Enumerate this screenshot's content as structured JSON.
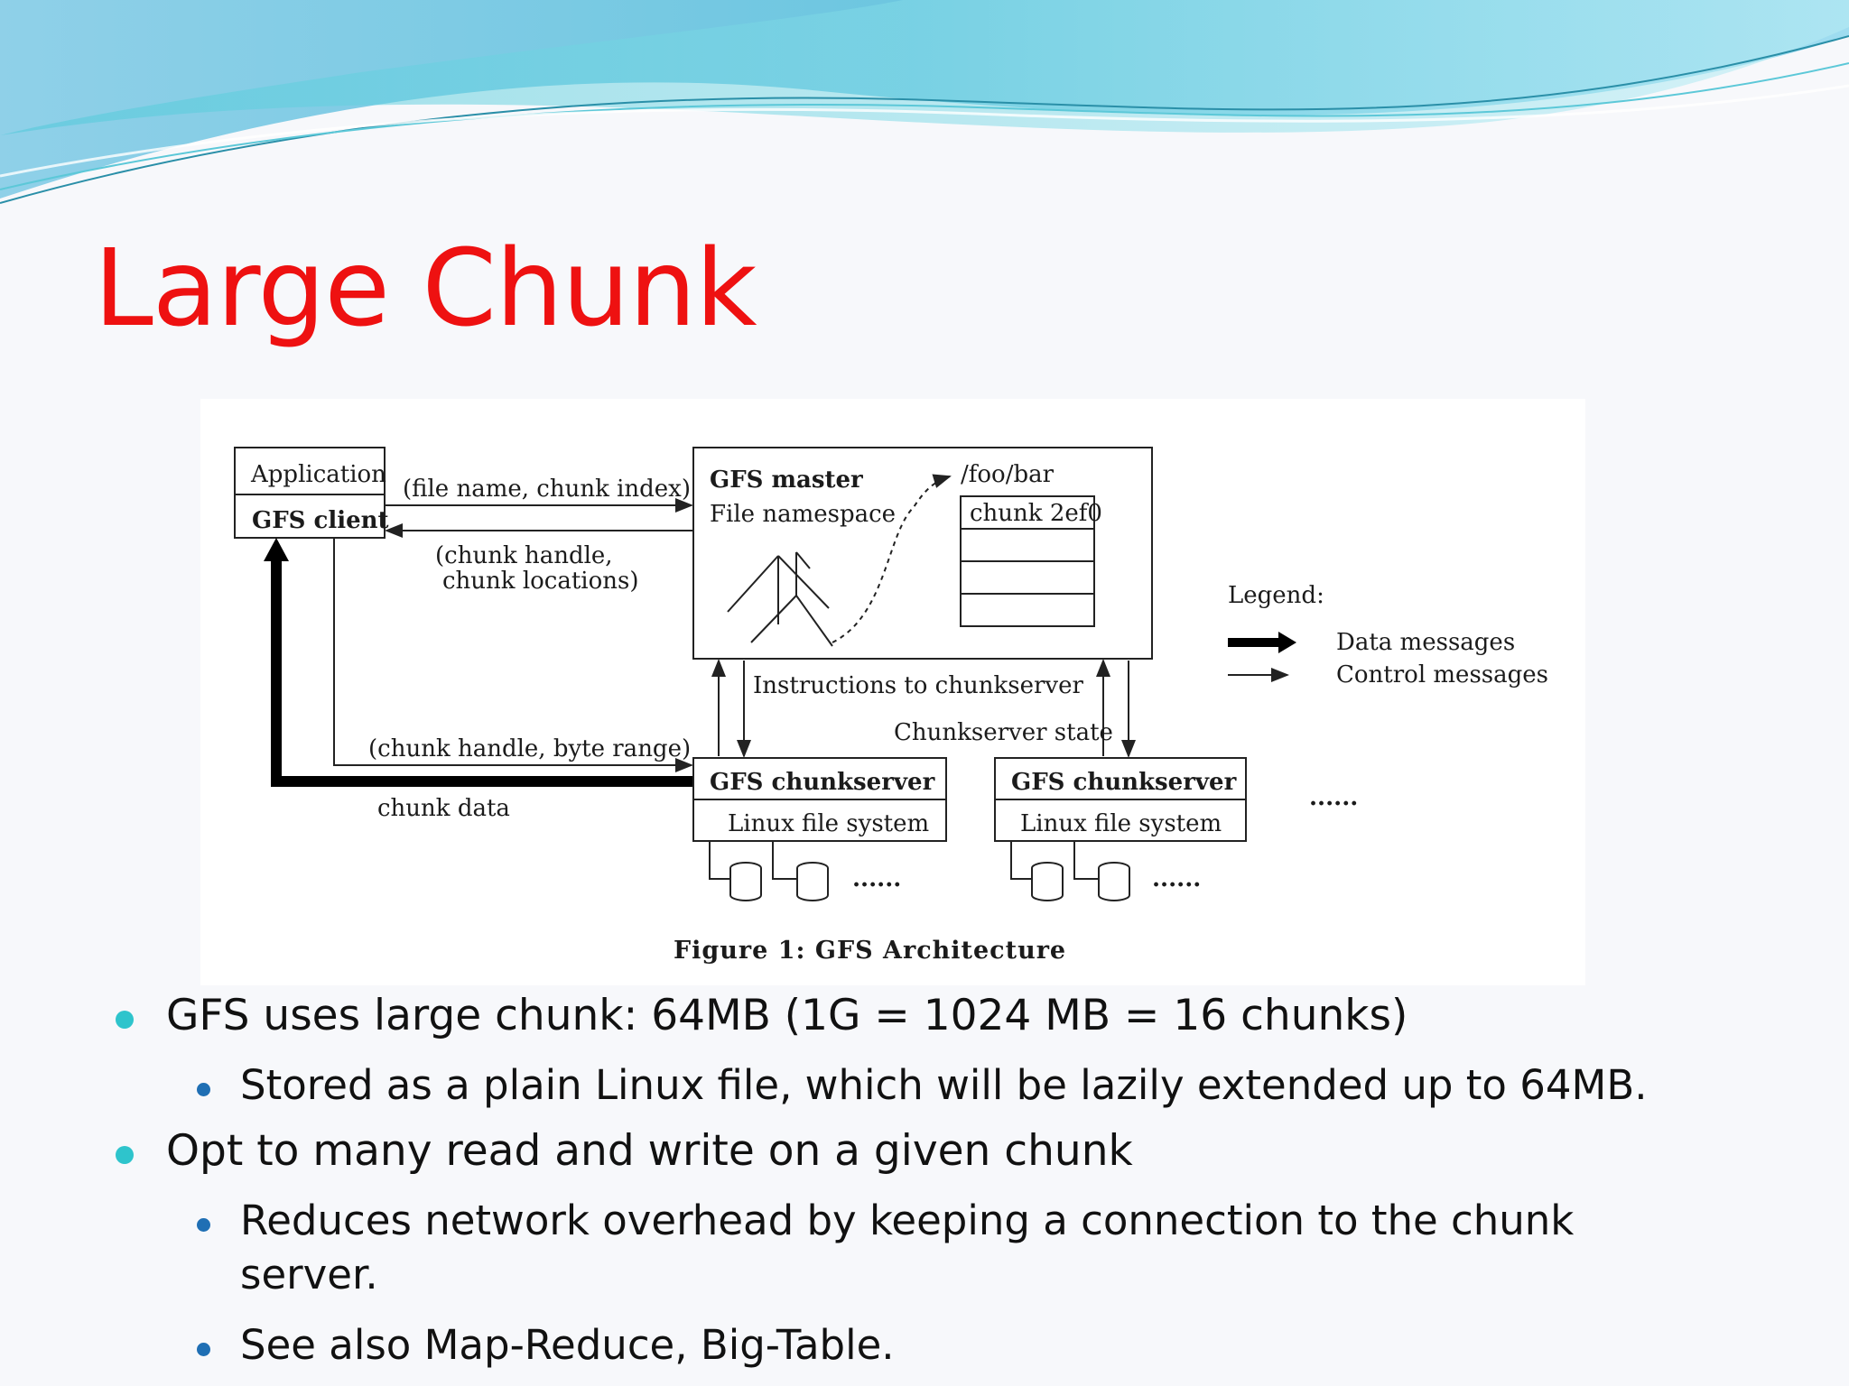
{
  "slide": {
    "title": "Large Chunk",
    "theme_colors": {
      "title": "#ee1111",
      "bullet_level1": "#2ec4cc",
      "bullet_level2": "#1f6fb4",
      "banner": "#6fd1e6"
    }
  },
  "diagram": {
    "application_label": "Application",
    "gfs_client_label": "GFS client",
    "request_label": "(file name, chunk index)",
    "reply_label_line1": "(chunk handle,",
    "reply_label_line2": "chunk locations)",
    "master_label": "GFS master",
    "namespace_label": "File namespace",
    "path_label": "/foo/bar",
    "chunk_label": "chunk 2ef0",
    "legend_title": "Legend:",
    "legend_data": "Data messages",
    "legend_control": "Control messages",
    "instructions_label": "Instructions to chunkserver",
    "state_label": "Chunkserver state",
    "byte_range_label": "(chunk handle, byte range)",
    "chunk_data_label": "chunk data",
    "chunkserver1_label": "GFS chunkserver",
    "chunkserver1_fs": "Linux file system",
    "chunkserver2_label": "GFS chunkserver",
    "chunkserver2_fs": "Linux file system",
    "ellipsis": "......",
    "disk_ellipsis": "......",
    "caption": "Figure 1:  GFS Architecture"
  },
  "bullets": [
    {
      "level": 1,
      "text": "GFS uses large chunk: 64MB  (1G = 1024 MB = 16 chunks)"
    },
    {
      "level": 2,
      "text": "Stored as a plain Linux file, which will be lazily extended up to 64MB."
    },
    {
      "level": 1,
      "text": "Opt to many read and write on a given chunk"
    },
    {
      "level": 2,
      "text": "Reduces network overhead by keeping a connection to the chunk"
    },
    {
      "level": 2,
      "text": "server."
    },
    {
      "level": 2,
      "text": "See also Map-Reduce, Big-Table."
    }
  ]
}
